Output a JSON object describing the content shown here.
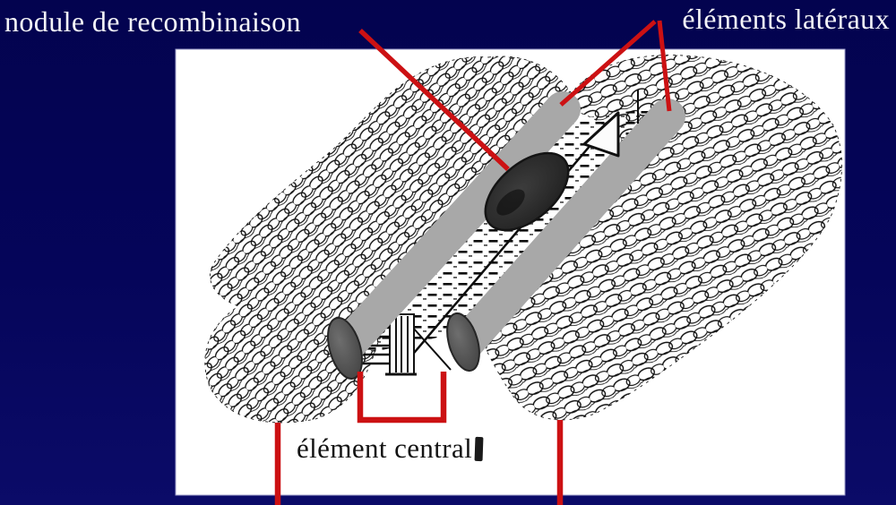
{
  "slide": {
    "background_top": "#03034f",
    "background_bottom": "#0b0b68",
    "figure_background": "#ffffff",
    "annotation_color": "#cc1113"
  },
  "labels": {
    "recombination_nodule": "nodule de recombinaison",
    "lateral_elements": "éléments latéraux",
    "central_element": "élément central"
  },
  "figure": {
    "annotated_parts": [
      "nodule de recombinaison",
      "éléments latéraux",
      "élément central"
    ]
  }
}
